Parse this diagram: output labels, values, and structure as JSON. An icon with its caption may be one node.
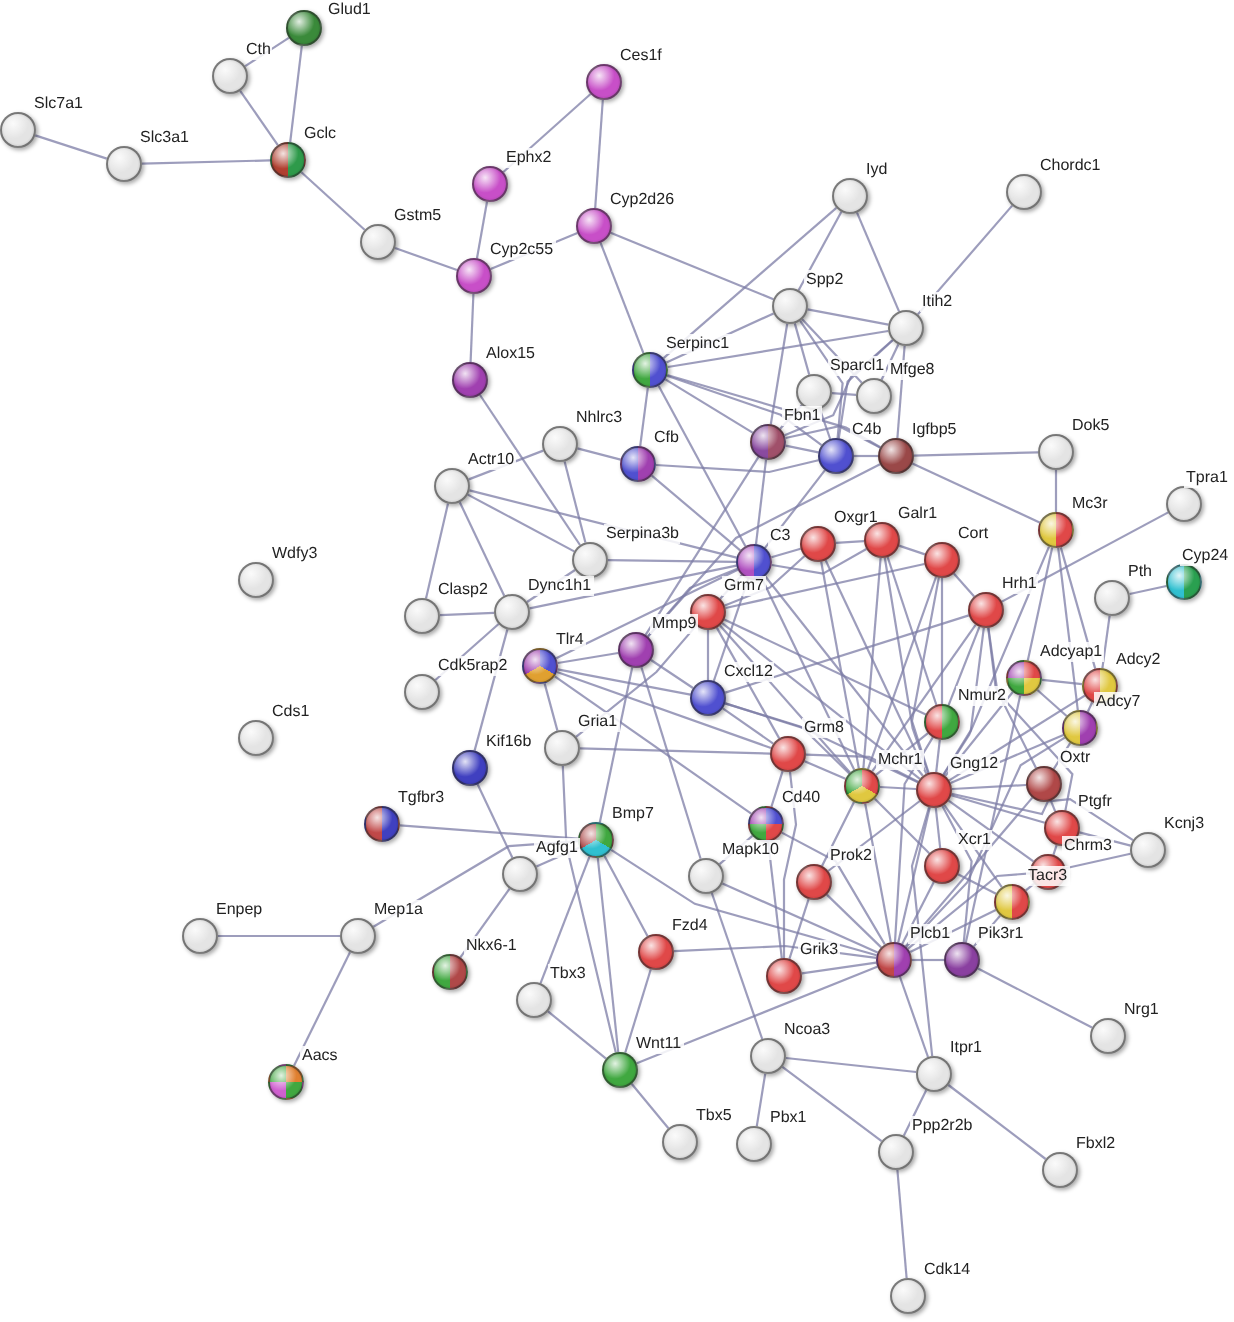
{
  "diagram": {
    "nodes": [
      {
        "text": [],
        "shape": "circle",
        "beside": [
          "Glud1"
        ]
      },
      {
        "text": [],
        "shape": "circle",
        "beside": [
          "Cth"
        ]
      },
      {
        "text": [],
        "shape": "circle",
        "beside": [
          "Slc7a1"
        ]
      },
      {
        "text": [],
        "shape": "circle",
        "beside": [
          "Slc3a1"
        ]
      },
      {
        "text": [],
        "shape": "circle",
        "beside": [
          "Gclc"
        ]
      },
      {
        "text": [],
        "shape": "circle",
        "beside": [
          "Ces1f"
        ]
      },
      {
        "text": [],
        "shape": "circle",
        "beside": [
          "Ephx2"
        ]
      },
      {
        "text": [],
        "shape": "circle",
        "beside": [
          "Cyp2d26"
        ]
      },
      {
        "text": [],
        "shape": "circle",
        "beside": [
          "Gstm5"
        ]
      },
      {
        "text": [],
        "shape": "circle",
        "beside": [
          "Cyp2c55"
        ]
      },
      {
        "text": [],
        "shape": "circle",
        "beside": [
          "Iyd"
        ]
      },
      {
        "text": [],
        "shape": "circle",
        "beside": [
          "Chordc1"
        ]
      },
      {
        "text": [],
        "shape": "circle",
        "beside": [
          "Spp2"
        ]
      },
      {
        "text": [],
        "shape": "circle",
        "beside": [
          "Itih2"
        ]
      },
      {
        "text": [],
        "shape": "circle",
        "beside": [
          "Serpinc1"
        ]
      },
      {
        "text": [],
        "shape": "circle",
        "beside": [
          "Alox15"
        ]
      },
      {
        "text": [],
        "shape": "circle",
        "beside": [
          "Sparcl1"
        ]
      },
      {
        "text": [],
        "shape": "circle",
        "beside": [
          "Mfge8"
        ]
      },
      {
        "text": [],
        "shape": "circle",
        "beside": [
          "Nhlrc3"
        ]
      },
      {
        "text": [],
        "shape": "circle",
        "beside": [
          "Cfb"
        ]
      },
      {
        "text": [],
        "shape": "circle",
        "beside": [
          "Fbn1"
        ]
      },
      {
        "text": [],
        "shape": "circle",
        "beside": [
          "C4b"
        ]
      },
      {
        "text": [],
        "shape": "circle",
        "beside": [
          "Igfbp5"
        ]
      },
      {
        "text": [],
        "shape": "circle",
        "beside": [
          "Dok5"
        ]
      },
      {
        "text": [],
        "shape": "circle",
        "beside": [
          "Actr10"
        ]
      },
      {
        "text": [],
        "shape": "circle",
        "beside": [
          "C3"
        ]
      },
      {
        "text": [],
        "shape": "circle",
        "beside": [
          "Oxgr1"
        ]
      },
      {
        "text": [],
        "shape": "circle",
        "beside": [
          "Galr1"
        ]
      },
      {
        "text": [],
        "shape": "circle",
        "beside": [
          "Cort"
        ]
      },
      {
        "text": [],
        "shape": "circle",
        "beside": [
          "Mc3r"
        ]
      },
      {
        "text": [],
        "shape": "circle",
        "beside": [
          "Tpra1"
        ]
      },
      {
        "text": [],
        "shape": "circle",
        "beside": [
          "Serpina3b"
        ]
      },
      {
        "text": [],
        "shape": "circle",
        "beside": [
          "Hrh1"
        ]
      },
      {
        "text": [],
        "shape": "circle",
        "beside": [
          "Cyp24"
        ]
      },
      {
        "text": [],
        "shape": "circle",
        "beside": [
          "Pth"
        ]
      },
      {
        "text": [],
        "shape": "circle",
        "beside": [
          "Wdfy3"
        ]
      },
      {
        "text": [],
        "shape": "circle",
        "beside": [
          "Grm7"
        ]
      },
      {
        "text": [],
        "shape": "circle",
        "beside": [
          "Clasp2"
        ]
      },
      {
        "text": [],
        "shape": "circle",
        "beside": [
          "Dync1h1"
        ]
      },
      {
        "text": [],
        "shape": "circle",
        "beside": [
          "Tlr4"
        ]
      },
      {
        "text": [],
        "shape": "circle",
        "beside": [
          "Mmp9"
        ]
      },
      {
        "text": [],
        "shape": "circle",
        "beside": [
          "Adcyap1"
        ]
      },
      {
        "text": [],
        "shape": "circle",
        "beside": [
          "Adcy2"
        ]
      },
      {
        "text": [],
        "shape": "circle",
        "beside": [
          "Cxcl12"
        ]
      },
      {
        "text": [],
        "shape": "circle",
        "beside": [
          "Cdk5rap2"
        ]
      },
      {
        "text": [],
        "shape": "circle",
        "beside": [
          "Nmur2"
        ]
      },
      {
        "text": [],
        "shape": "circle",
        "beside": [
          "Adcy7"
        ]
      },
      {
        "text": [],
        "shape": "circle",
        "beside": [
          "Cds1"
        ]
      },
      {
        "text": [],
        "shape": "circle",
        "beside": [
          "Gria1"
        ]
      },
      {
        "text": [],
        "shape": "circle",
        "beside": [
          "Grm8"
        ]
      },
      {
        "text": [],
        "shape": "circle",
        "beside": [
          "Kif16b"
        ]
      },
      {
        "text": [],
        "shape": "circle",
        "beside": [
          "Mchr1"
        ]
      },
      {
        "text": [],
        "shape": "circle",
        "beside": [
          "Gng12"
        ]
      },
      {
        "text": [],
        "shape": "circle",
        "beside": [
          "Oxtr"
        ]
      },
      {
        "text": [],
        "shape": "circle",
        "beside": [
          "Tgfbr3"
        ]
      },
      {
        "text": [],
        "shape": "circle",
        "beside": [
          "Cd40"
        ]
      },
      {
        "text": [],
        "shape": "circle",
        "beside": [
          "Ptgfr"
        ]
      },
      {
        "text": [],
        "shape": "circle",
        "beside": [
          "Bmp7"
        ]
      },
      {
        "text": [],
        "shape": "circle",
        "beside": [
          "Agfg1"
        ]
      },
      {
        "text": [],
        "shape": "circle",
        "beside": [
          "Kcnj3"
        ]
      },
      {
        "text": [],
        "shape": "circle",
        "beside": [
          "Chrm3"
        ]
      },
      {
        "text": [],
        "shape": "circle",
        "beside": [
          "Mapk10"
        ]
      },
      {
        "text": [],
        "shape": "circle",
        "beside": [
          "Prok2"
        ]
      },
      {
        "text": [],
        "shape": "circle",
        "beside": [
          "Xcr1"
        ]
      },
      {
        "text": [],
        "shape": "circle",
        "beside": [
          "Tacr3"
        ]
      },
      {
        "text": [],
        "shape": "circle",
        "beside": [
          "Enpep"
        ]
      },
      {
        "text": [],
        "shape": "circle",
        "beside": [
          "Mep1a"
        ]
      },
      {
        "text": [],
        "shape": "circle",
        "beside": [
          "Fzd4"
        ]
      },
      {
        "text": [],
        "shape": "circle",
        "beside": [
          "Grik3"
        ]
      },
      {
        "text": [],
        "shape": "circle",
        "beside": [
          "Plcb1"
        ]
      },
      {
        "text": [],
        "shape": "circle",
        "beside": [
          "Pik3r1"
        ]
      },
      {
        "text": [],
        "shape": "circle",
        "beside": [
          "Nkx6-1"
        ]
      },
      {
        "text": [],
        "shape": "circle",
        "beside": [
          "Tbx3"
        ]
      },
      {
        "text": [],
        "shape": "circle",
        "beside": [
          "Nrg1"
        ]
      },
      {
        "text": [],
        "shape": "circle",
        "beside": [
          "Wnt11"
        ]
      },
      {
        "text": [],
        "shape": "circle",
        "beside": [
          "Ncoa3"
        ]
      },
      {
        "text": [],
        "shape": "circle",
        "beside": [
          "Itpr1"
        ]
      },
      {
        "text": [],
        "shape": "circle",
        "beside": [
          "Aacs"
        ]
      },
      {
        "text": [],
        "shape": "circle",
        "beside": [
          "Tbx5"
        ]
      },
      {
        "text": [],
        "shape": "circle",
        "beside": [
          "Pbx1"
        ]
      },
      {
        "text": [],
        "shape": "circle",
        "beside": [
          "Ppp2r2b"
        ]
      },
      {
        "text": [],
        "shape": "circle",
        "beside": [
          "Fbxl2"
        ]
      },
      {
        "text": [],
        "shape": "circle",
        "beside": [
          "Cdk14"
        ]
      }
    ],
    "edges": [
      {
        "from": 2,
        "to": 3,
        "arrow": "none"
      },
      {
        "from": 3,
        "to": 4,
        "arrow": "none"
      },
      {
        "from": 1,
        "to": 0,
        "arrow": "none"
      },
      {
        "from": 1,
        "to": 4,
        "arrow": "none"
      },
      {
        "from": 0,
        "to": 4,
        "arrow": "none"
      },
      {
        "from": 4,
        "to": 8,
        "arrow": "none"
      },
      {
        "from": 8,
        "to": 9,
        "arrow": "none"
      },
      {
        "from": 6,
        "to": 9,
        "arrow": "none"
      },
      {
        "from": 6,
        "to": 5,
        "arrow": "none"
      },
      {
        "from": 5,
        "to": 7,
        "arrow": "none"
      },
      {
        "from": 7,
        "to": 9,
        "arrow": "none"
      },
      {
        "from": 9,
        "to": 15,
        "arrow": "none"
      },
      {
        "from": 15,
        "to": 31,
        "arrow": "none"
      },
      {
        "from": 7,
        "to": 14,
        "arrow": "none"
      },
      {
        "from": 7,
        "to": 12,
        "arrow": "none"
      },
      {
        "from": 10,
        "to": 12,
        "arrow": "none"
      },
      {
        "from": 10,
        "to": 13,
        "arrow": "none"
      },
      {
        "from": 10,
        "to": 14,
        "arrow": "none"
      },
      {
        "from": 11,
        "to": 13,
        "arrow": "none"
      },
      {
        "from": 12,
        "to": 13,
        "arrow": "none"
      },
      {
        "from": 12,
        "to": 14,
        "arrow": "none"
      },
      {
        "from": 13,
        "to": 14,
        "arrow": "none"
      },
      {
        "from": 12,
        "to": 20,
        "arrow": "none"
      },
      {
        "from": 12,
        "to": 16,
        "arrow": "none"
      },
      {
        "from": 12,
        "to": 21,
        "arrow": "none"
      },
      {
        "from": 12,
        "to": 17,
        "arrow": "none"
      },
      {
        "from": 13,
        "to": 17,
        "arrow": "none"
      },
      {
        "from": 13,
        "to": 21,
        "arrow": "none"
      },
      {
        "from": 13,
        "to": 22,
        "arrow": "none"
      },
      {
        "from": 13,
        "to": 20,
        "arrow": "none"
      },
      {
        "from": 16,
        "to": 17,
        "arrow": "none"
      },
      {
        "from": 16,
        "to": 20,
        "arrow": "none"
      },
      {
        "from": 16,
        "to": 21,
        "arrow": "none"
      },
      {
        "from": 14,
        "to": 20,
        "arrow": "none"
      },
      {
        "from": 14,
        "to": 21,
        "arrow": "none"
      },
      {
        "from": 14,
        "to": 25,
        "arrow": "none"
      },
      {
        "from": 14,
        "to": 19,
        "arrow": "none"
      },
      {
        "from": 14,
        "to": 22,
        "arrow": "none"
      },
      {
        "from": 20,
        "to": 21,
        "arrow": "none"
      },
      {
        "from": 20,
        "to": 22,
        "arrow": "none"
      },
      {
        "from": 21,
        "to": 22,
        "arrow": "none"
      },
      {
        "from": 22,
        "to": 23,
        "arrow": "none"
      },
      {
        "from": 19,
        "to": 25,
        "arrow": "none"
      },
      {
        "from": 19,
        "to": 18,
        "arrow": "none"
      },
      {
        "from": 19,
        "to": 21,
        "arrow": "none"
      },
      {
        "from": 21,
        "to": 25,
        "arrow": "none"
      },
      {
        "from": 20,
        "to": 25,
        "arrow": "none"
      },
      {
        "from": 18,
        "to": 24,
        "arrow": "none"
      },
      {
        "from": 18,
        "to": 31,
        "arrow": "none"
      },
      {
        "from": 24,
        "to": 37,
        "arrow": "none"
      },
      {
        "from": 24,
        "to": 38,
        "arrow": "none"
      },
      {
        "from": 24,
        "to": 31,
        "arrow": "none"
      },
      {
        "from": 24,
        "to": 25,
        "arrow": "none"
      },
      {
        "from": 37,
        "to": 38,
        "arrow": "none"
      },
      {
        "from": 38,
        "to": 31,
        "arrow": "none"
      },
      {
        "from": 38,
        "to": 44,
        "arrow": "none"
      },
      {
        "from": 38,
        "to": 50,
        "arrow": "none"
      },
      {
        "from": 38,
        "to": 25,
        "arrow": "none"
      },
      {
        "from": 31,
        "to": 25,
        "arrow": "none"
      },
      {
        "from": 39,
        "to": 25,
        "arrow": "none"
      },
      {
        "from": 39,
        "to": 40,
        "arrow": "none"
      },
      {
        "from": 39,
        "to": 43,
        "arrow": "none"
      },
      {
        "from": 39,
        "to": 55,
        "arrow": "none"
      },
      {
        "from": 39,
        "to": 48,
        "arrow": "none"
      },
      {
        "from": 40,
        "to": 25,
        "arrow": "none"
      },
      {
        "from": 40,
        "to": 43,
        "arrow": "none"
      },
      {
        "from": 40,
        "to": 22,
        "arrow": "none"
      },
      {
        "from": 40,
        "to": 20,
        "arrow": "none"
      },
      {
        "from": 40,
        "to": 61,
        "arrow": "none"
      },
      {
        "from": 40,
        "to": 57,
        "arrow": "none"
      },
      {
        "from": 50,
        "to": 58,
        "arrow": "none"
      },
      {
        "from": 54,
        "to": 57,
        "arrow": "none"
      },
      {
        "from": 58,
        "to": 57,
        "arrow": "none"
      },
      {
        "from": 66,
        "to": 65,
        "arrow": "none"
      },
      {
        "from": 66,
        "to": 77,
        "arrow": "none"
      },
      {
        "from": 66,
        "to": 57,
        "arrow": "none"
      },
      {
        "from": 71,
        "to": 58,
        "arrow": "none"
      },
      {
        "from": 72,
        "to": 57,
        "arrow": "none"
      },
      {
        "from": 72,
        "to": 74,
        "arrow": "none"
      },
      {
        "from": 57,
        "to": 74,
        "arrow": "none"
      },
      {
        "from": 57,
        "to": 67,
        "arrow": "none"
      },
      {
        "from": 74,
        "to": 67,
        "arrow": "none"
      },
      {
        "from": 74,
        "to": 69,
        "arrow": "none"
      },
      {
        "from": 74,
        "to": 78,
        "arrow": "none"
      },
      {
        "from": 61,
        "to": 75,
        "arrow": "none"
      },
      {
        "from": 75,
        "to": 76,
        "arrow": "none"
      },
      {
        "from": 75,
        "to": 79,
        "arrow": "none"
      },
      {
        "from": 75,
        "to": 80,
        "arrow": "none"
      },
      {
        "from": 76,
        "to": 69,
        "arrow": "none"
      },
      {
        "from": 76,
        "to": 80,
        "arrow": "none"
      },
      {
        "from": 76,
        "to": 81,
        "arrow": "none"
      },
      {
        "from": 76,
        "to": 52,
        "arrow": "none"
      },
      {
        "from": 80,
        "to": 82,
        "arrow": "none"
      },
      {
        "from": 70,
        "to": 73,
        "arrow": "none"
      },
      {
        "from": 69,
        "to": 70,
        "arrow": "none"
      },
      {
        "from": 69,
        "to": 68,
        "arrow": "none"
      },
      {
        "from": 55,
        "to": 68,
        "arrow": "none"
      },
      {
        "from": 29,
        "to": 23,
        "arrow": "none"
      },
      {
        "from": 29,
        "to": 22,
        "arrow": "none"
      },
      {
        "from": 30,
        "to": 32,
        "arrow": "none"
      },
      {
        "from": 33,
        "to": 34,
        "arrow": "none"
      },
      {
        "from": 34,
        "to": 42,
        "arrow": "none"
      },
      {
        "from": 29,
        "to": 46,
        "arrow": "none"
      },
      {
        "from": 29,
        "to": 42,
        "arrow": "none"
      },
      {
        "from": 29,
        "to": 52,
        "arrow": "none"
      },
      {
        "from": 29,
        "to": 41,
        "arrow": "none"
      },
      {
        "from": 59,
        "to": 52,
        "arrow": "none"
      },
      {
        "from": 59,
        "to": 56,
        "arrow": "none"
      },
      {
        "from": 59,
        "to": 60,
        "arrow": "none"
      },
      {
        "from": 25,
        "to": 26,
        "arrow": "none"
      },
      {
        "from": 25,
        "to": 36,
        "arrow": "none"
      },
      {
        "from": 25,
        "to": 43,
        "arrow": "none"
      },
      {
        "from": 25,
        "to": 27,
        "arrow": "none"
      },
      {
        "from": 26,
        "to": 27,
        "arrow": "none"
      },
      {
        "from": 27,
        "to": 28,
        "arrow": "none"
      },
      {
        "from": 28,
        "to": 32,
        "arrow": "none"
      },
      {
        "from": 26,
        "to": 36,
        "arrow": "none"
      },
      {
        "from": 36,
        "to": 43,
        "arrow": "none"
      },
      {
        "from": 36,
        "to": 49,
        "arrow": "none"
      },
      {
        "from": 43,
        "to": 49,
        "arrow": "none"
      },
      {
        "from": 49,
        "to": 51,
        "arrow": "none"
      },
      {
        "from": 51,
        "to": 52,
        "arrow": "none"
      },
      {
        "from": 52,
        "to": 45,
        "arrow": "none"
      },
      {
        "from": 45,
        "to": 27,
        "arrow": "none"
      },
      {
        "from": 45,
        "to": 51,
        "arrow": "none"
      },
      {
        "from": 52,
        "to": 53,
        "arrow": "none"
      },
      {
        "from": 52,
        "to": 56,
        "arrow": "none"
      },
      {
        "from": 52,
        "to": 60,
        "arrow": "none"
      },
      {
        "from": 52,
        "to": 63,
        "arrow": "none"
      },
      {
        "from": 52,
        "to": 64,
        "arrow": "none"
      },
      {
        "from": 52,
        "to": 62,
        "arrow": "none"
      },
      {
        "from": 51,
        "to": 62,
        "arrow": "none"
      },
      {
        "from": 51,
        "to": 63,
        "arrow": "none"
      },
      {
        "from": 63,
        "to": 69,
        "arrow": "none"
      },
      {
        "from": 62,
        "to": 69,
        "arrow": "none"
      },
      {
        "from": 69,
        "to": 52,
        "arrow": "none"
      },
      {
        "from": 69,
        "to": 51,
        "arrow": "none"
      },
      {
        "from": 69,
        "to": 64,
        "arrow": "none"
      },
      {
        "from": 69,
        "to": 60,
        "arrow": "none"
      },
      {
        "from": 69,
        "to": 53,
        "arrow": "none"
      },
      {
        "from": 70,
        "to": 52,
        "arrow": "none"
      },
      {
        "from": 70,
        "to": 64,
        "arrow": "none"
      },
      {
        "from": 70,
        "to": 41,
        "arrow": "none"
      },
      {
        "from": 41,
        "to": 42,
        "arrow": "none"
      },
      {
        "from": 41,
        "to": 46,
        "arrow": "none"
      },
      {
        "from": 42,
        "to": 46,
        "arrow": "none"
      },
      {
        "from": 46,
        "to": 52,
        "arrow": "none"
      },
      {
        "from": 46,
        "to": 53,
        "arrow": "none"
      },
      {
        "from": 36,
        "to": 52,
        "arrow": "none"
      },
      {
        "from": 43,
        "to": 52,
        "arrow": "none"
      },
      {
        "from": 26,
        "to": 52,
        "arrow": "none"
      },
      {
        "from": 27,
        "to": 52,
        "arrow": "none"
      },
      {
        "from": 28,
        "to": 52,
        "arrow": "none"
      },
      {
        "from": 32,
        "to": 52,
        "arrow": "none"
      },
      {
        "from": 36,
        "to": 51,
        "arrow": "none"
      },
      {
        "from": 26,
        "to": 51,
        "arrow": "none"
      },
      {
        "from": 27,
        "to": 51,
        "arrow": "none"
      },
      {
        "from": 28,
        "to": 51,
        "arrow": "none"
      },
      {
        "from": 32,
        "to": 51,
        "arrow": "none"
      },
      {
        "from": 36,
        "to": 45,
        "arrow": "none"
      },
      {
        "from": 28,
        "to": 45,
        "arrow": "none"
      },
      {
        "from": 32,
        "to": 45,
        "arrow": "none"
      },
      {
        "from": 43,
        "to": 51,
        "arrow": "none"
      },
      {
        "from": 49,
        "to": 52,
        "arrow": "none"
      },
      {
        "from": 49,
        "to": 68,
        "arrow": "none"
      },
      {
        "from": 55,
        "to": 49,
        "arrow": "none"
      },
      {
        "from": 55,
        "to": 61,
        "arrow": "none"
      },
      {
        "from": 55,
        "to": 69,
        "arrow": "none"
      },
      {
        "from": 67,
        "to": 69,
        "arrow": "none"
      },
      {
        "from": 68,
        "to": 62,
        "arrow": "none"
      },
      {
        "from": 48,
        "to": 49,
        "arrow": "none"
      },
      {
        "from": 48,
        "to": 36,
        "arrow": "none"
      },
      {
        "from": 48,
        "to": 74,
        "arrow": "none"
      },
      {
        "from": 61,
        "to": 69,
        "arrow": "none"
      },
      {
        "from": 57,
        "to": 69,
        "arrow": "none"
      },
      {
        "from": 39,
        "to": 49,
        "arrow": "none"
      },
      {
        "from": 32,
        "to": 53,
        "arrow": "none"
      },
      {
        "from": 32,
        "to": 56,
        "arrow": "none"
      },
      {
        "from": 53,
        "to": 56,
        "arrow": "none"
      },
      {
        "from": 56,
        "to": 60,
        "arrow": "none"
      },
      {
        "from": 60,
        "to": 64,
        "arrow": "none"
      },
      {
        "from": 63,
        "to": 64,
        "arrow": "none"
      },
      {
        "from": 41,
        "to": 52,
        "arrow": "none"
      },
      {
        "from": 52,
        "to": 42,
        "arrow": "none"
      },
      {
        "from": 46,
        "to": 69,
        "arrow": "none"
      },
      {
        "from": 45,
        "to": 69,
        "arrow": "none"
      },
      {
        "from": 36,
        "to": 28,
        "arrow": "none"
      },
      {
        "from": 43,
        "to": 32,
        "arrow": "none"
      },
      {
        "from": 25,
        "to": 51,
        "arrow": "none"
      },
      {
        "from": 25,
        "to": 52,
        "arrow": "none"
      }
    ]
  }
}
